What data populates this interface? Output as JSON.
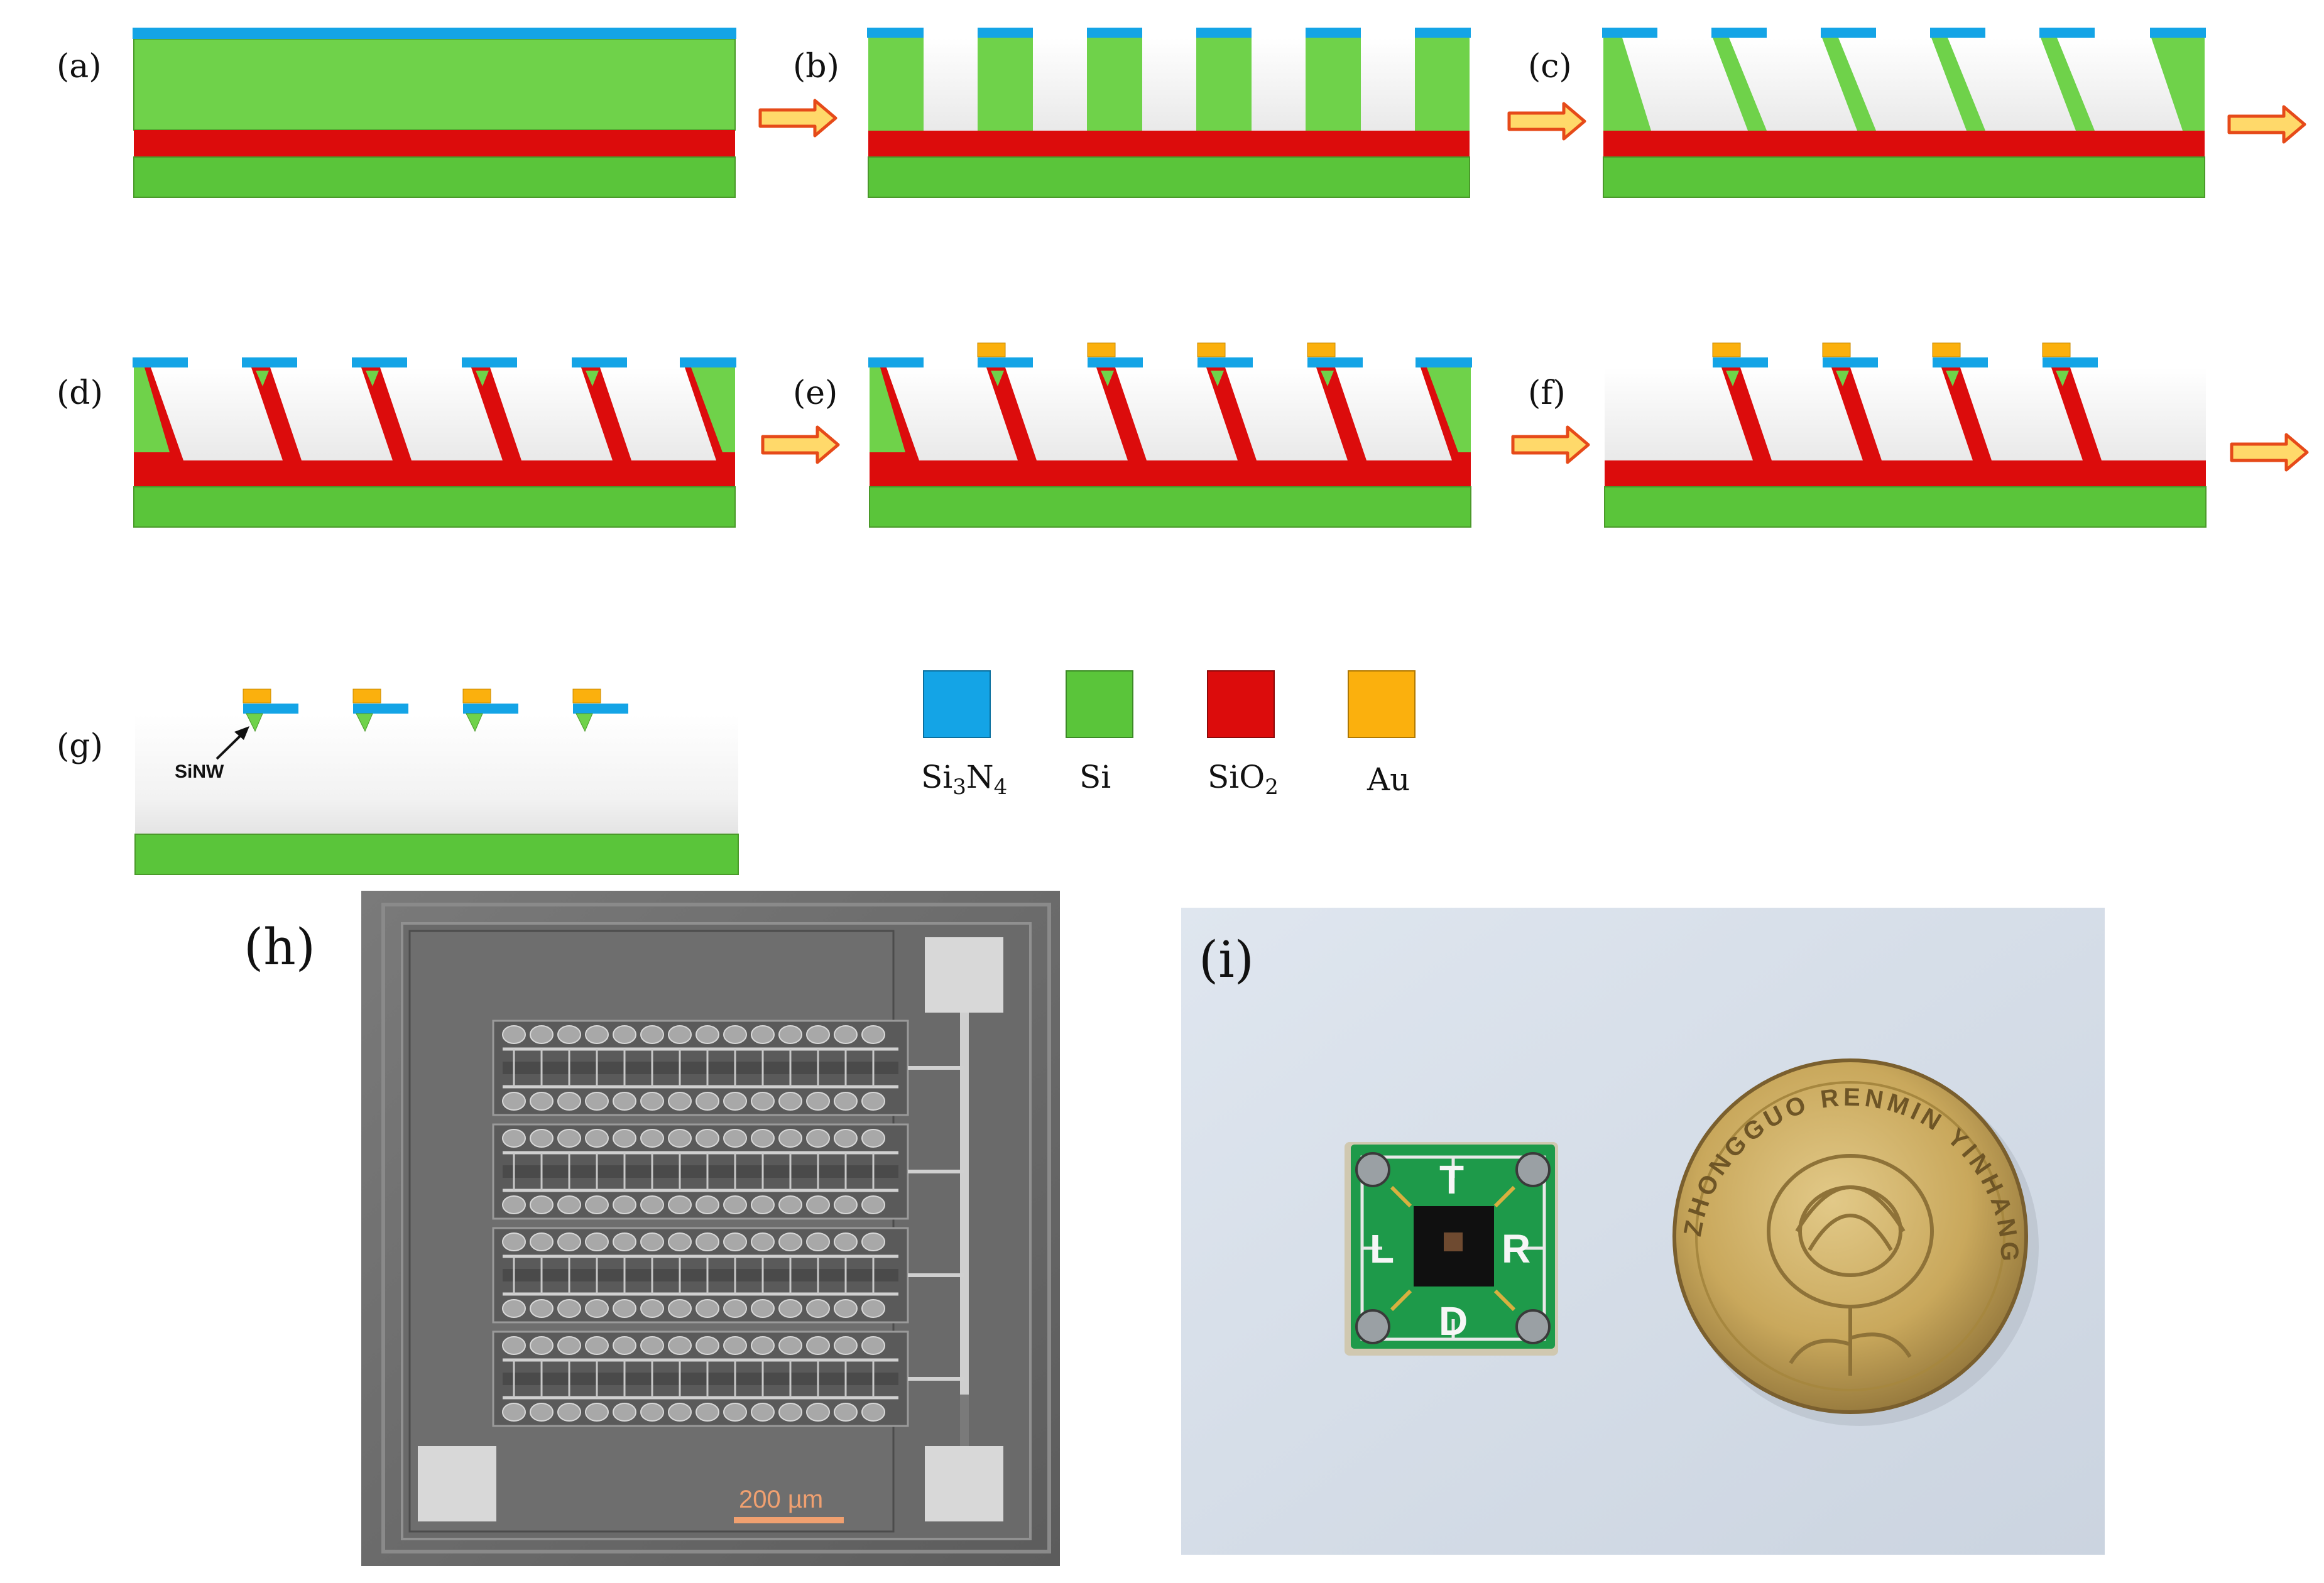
{
  "panels": {
    "a": "(a)",
    "b": "(b)",
    "c": "(c)",
    "d": "(d)",
    "e": "(e)",
    "f": "(f)",
    "g": "(g)",
    "h": "(h)",
    "i": "(i)"
  },
  "annotation": {
    "siNW": "SiNW"
  },
  "legend": [
    {
      "label": "Si3N4",
      "base": "Si",
      "sub1": "3",
      "mid": "N",
      "sub2": "4",
      "color": "#14a4e6"
    },
    {
      "label": "Si",
      "base": "Si",
      "color": "#5ac53a"
    },
    {
      "label": "SiO2",
      "base": "SiO",
      "sub1": "2",
      "color": "#dc0c0c"
    },
    {
      "label": "Au",
      "base": "Au",
      "color": "#fbb00d"
    }
  ],
  "sem": {
    "scale_bar": "200 µm"
  },
  "photo": {
    "pcb_letters": {
      "top": "T",
      "left": "L",
      "right": "R",
      "bottom": "D"
    },
    "coin_text": "ZHONGGUO RENMIN YINHANG"
  },
  "colors": {
    "si": "#5ac53a",
    "si_top": "#6fd24a",
    "sio2": "#dc0c0c",
    "si3n4": "#14a4e6",
    "au": "#fbb00d",
    "arrow_fill": "#ffd96a",
    "arrow_stroke": "#e64a19"
  }
}
